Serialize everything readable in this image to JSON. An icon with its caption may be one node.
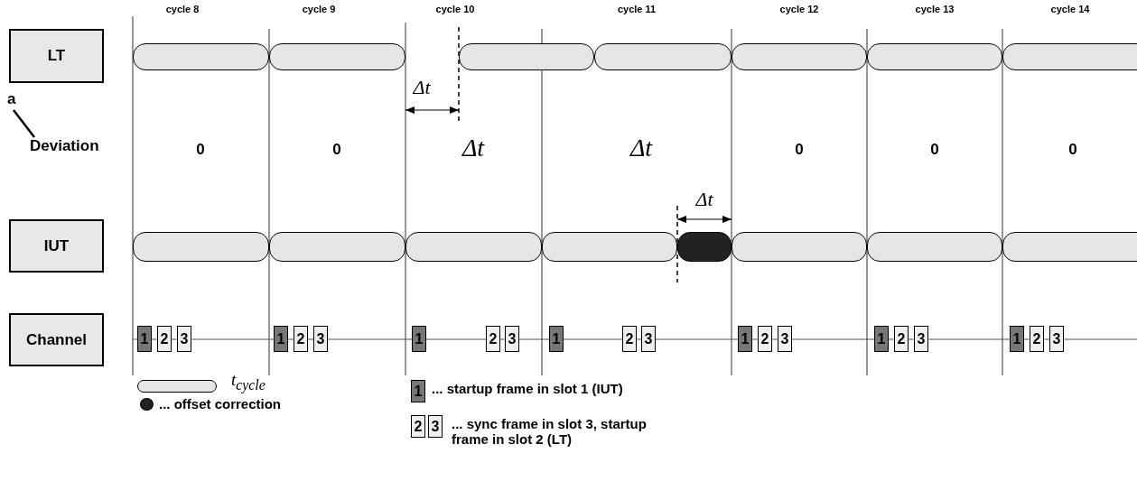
{
  "diagram": {
    "nodes": [
      {
        "text": [
          "LT"
        ]
      },
      {
        "text": [],
        "shape": "bar"
      },
      {
        "text": [],
        "shape": "bar"
      },
      {
        "text": [],
        "shape": "bar"
      },
      {
        "text": [],
        "shape": "bar"
      },
      {
        "text": [],
        "shape": "bar"
      },
      {
        "text": [],
        "shape": "bar"
      },
      {
        "text": [],
        "shape": "bar"
      },
      {
        "text": [
          "a"
        ]
      },
      {
        "text": [
          "Deviation"
        ]
      },
      {
        "text": [
          "IUT"
        ]
      },
      {
        "text": [],
        "shape": "bar"
      },
      {
        "text": [],
        "shape": "bar"
      },
      {
        "text": [],
        "shape": "bar"
      },
      {
        "text": [],
        "shape": "bar"
      },
      {
        "text": [],
        "shape": "bar"
      },
      {
        "text": [],
        "shape": "bar"
      },
      {
        "text": [],
        "shape": "bar"
      },
      {
        "text": [],
        "shape": "bar"
      },
      {
        "text": [
          "Channel"
        ]
      },
      {
        "text": [
          "1"
        ]
      },
      {
        "text": [
          "2"
        ]
      },
      {
        "text": [
          "3"
        ]
      },
      {
        "text": [
          "1"
        ]
      },
      {
        "text": [
          "2"
        ]
      },
      {
        "text": [
          "3"
        ]
      },
      {
        "text": [
          "1"
        ]
      },
      {
        "text": [
          "2"
        ]
      },
      {
        "text": [
          "3"
        ]
      },
      {
        "text": [
          "1"
        ]
      },
      {
        "text": [
          "2"
        ]
      },
      {
        "text": [
          "3"
        ]
      },
      {
        "text": [
          "1"
        ]
      },
      {
        "text": [
          "2"
        ]
      },
      {
        "text": [
          "3"
        ]
      },
      {
        "text": [
          "1"
        ]
      },
      {
        "text": [
          "2"
        ]
      },
      {
        "text": [
          "3"
        ]
      },
      {
        "text": [
          "1"
        ]
      },
      {
        "text": [
          "2"
        ]
      },
      {
        "text": [
          "3"
        ]
      },
      {
        "text": [
          "1"
        ]
      },
      {
        "text": [
          "2"
        ]
      },
      {
        "text": [
          "3"
        ]
      }
    ],
    "edges": [
      {
        "from": 8,
        "to": 9,
        "arrow": "none"
      }
    ],
    "labels": [
      "cycle 8",
      "cycle 9",
      "cycle 10",
      "cycle 11",
      "cycle 12",
      "cycle 13",
      "cycle 14",
      "Δt",
      "0",
      "0",
      "Δt",
      "Δt",
      "0",
      "0",
      "0",
      "Δt"
    ],
    "legend": [
      {
        "text": "t$_{cycle}$"
      },
      {
        "text": "... offset correction",
        "color": "#222222"
      },
      {
        "text": "... startup frame in slot 1 (IUT)"
      },
      {
        "text": "... sync frame in slot 3, startup frame in slot 2 (LT)"
      }
    ]
  }
}
